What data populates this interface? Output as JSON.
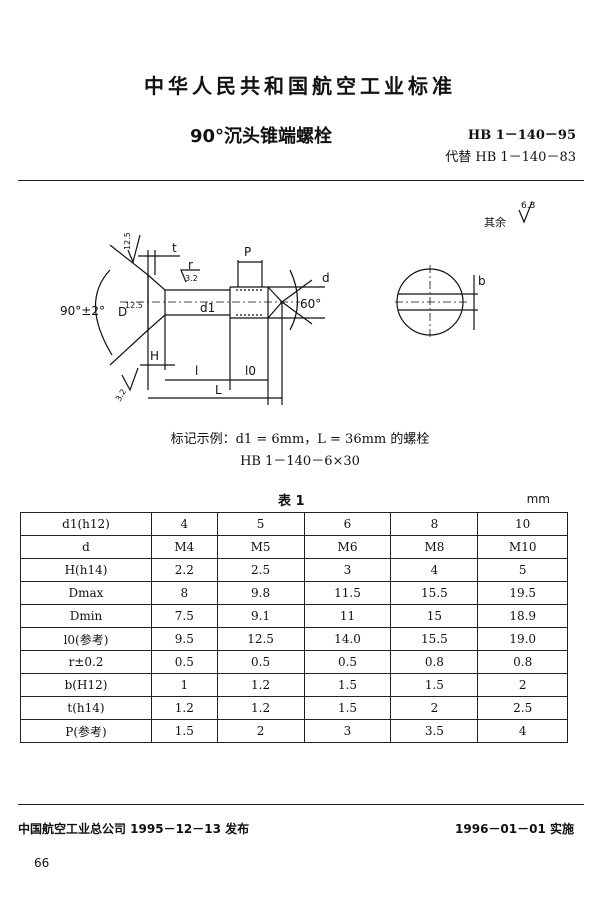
{
  "header": {
    "org_standard": "中华人民共和国航空工业标准",
    "title": "90°沉头锥端螺栓",
    "standard_no": "HB 1－140－95",
    "replaces": "代替 HB 1－140－83"
  },
  "drawing": {
    "roughness_note": "其余",
    "roughness_other": "6.3",
    "roughness_head": "12.5",
    "roughness_r": "3.2",
    "roughness_cone": "12.5",
    "roughness_bottom": "3.2",
    "angle_head": "90°±2°",
    "angle_tip": "60°",
    "labels": {
      "t": "t",
      "P": "P",
      "r": "r",
      "d": "d",
      "D": "D",
      "d1": "d1",
      "H": "H",
      "l": "l",
      "l0": "l0",
      "L": "L",
      "b": "b"
    }
  },
  "example": {
    "line1": "标记示例：d1 = 6mm，L = 36mm 的螺栓",
    "line2": "HB 1－140－6×30"
  },
  "table": {
    "title": "表 1",
    "unit": "mm",
    "rows": [
      {
        "h": "d1(h12)",
        "v": [
          "4",
          "5",
          "6",
          "8",
          "10"
        ]
      },
      {
        "h": "d",
        "v": [
          "M4",
          "M5",
          "M6",
          "M8",
          "M10"
        ]
      },
      {
        "h": "H(h14)",
        "v": [
          "2.2",
          "2.5",
          "3",
          "4",
          "5"
        ]
      },
      {
        "h": "Dmax",
        "v": [
          "8",
          "9.8",
          "11.5",
          "15.5",
          "19.5"
        ]
      },
      {
        "h": "Dmin",
        "v": [
          "7.5",
          "9.1",
          "11",
          "15",
          "18.9"
        ]
      },
      {
        "h": "l0(参考)",
        "v": [
          "9.5",
          "12.5",
          "14.0",
          "15.5",
          "19.0"
        ]
      },
      {
        "h": "r±0.2",
        "v": [
          "0.5",
          "0.5",
          "0.5",
          "0.8",
          "0.8"
        ]
      },
      {
        "h": "b(H12)",
        "v": [
          "1",
          "1.2",
          "1.5",
          "1.5",
          "2"
        ]
      },
      {
        "h": "t(h14)",
        "v": [
          "1.2",
          "1.2",
          "1.5",
          "2",
          "2.5"
        ]
      },
      {
        "h": "P(参考)",
        "v": [
          "1.5",
          "2",
          "3",
          "3.5",
          "4"
        ]
      }
    ]
  },
  "footer": {
    "issuer": "中国航空工业总公司 1995－12－13 发布",
    "effective": "1996－01－01 实施",
    "page": "66"
  }
}
